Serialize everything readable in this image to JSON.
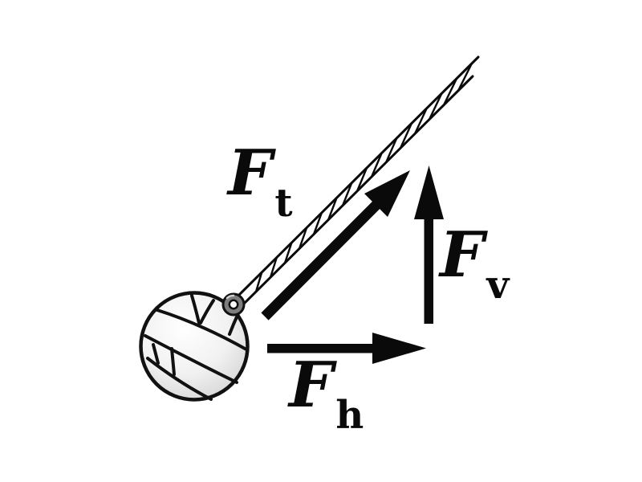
{
  "figure": {
    "background": "#ffffff",
    "ink": "#0a0a0a",
    "ball_fill_light": "#ffffff",
    "ball_fill_dark": "#d4d4d4",
    "ring_fill": "#7d7d7d",
    "labels": {
      "tension": {
        "symbol": "F",
        "subscript": "t"
      },
      "vertical": {
        "symbol": "F",
        "subscript": "v"
      },
      "horizontal": {
        "symbol": "F",
        "subscript": "h"
      }
    }
  }
}
